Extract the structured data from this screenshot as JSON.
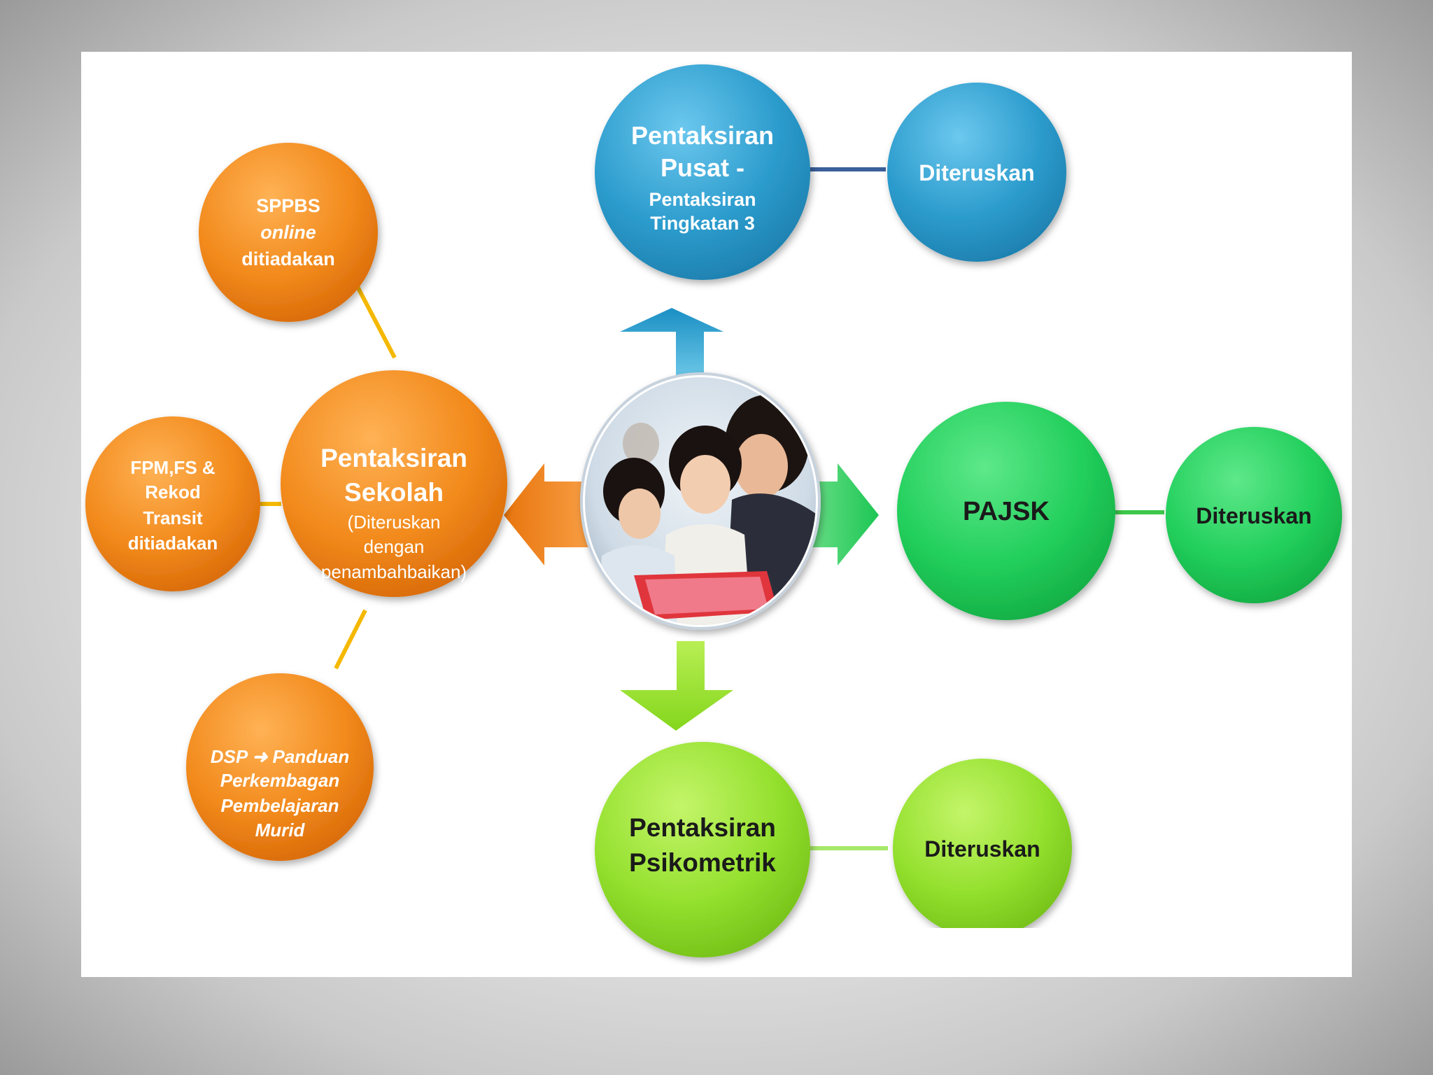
{
  "colors": {
    "orange": "#f08a1c",
    "blue": "#2d9fd0",
    "green": "#1fcf5a",
    "lime": "#8ee02a",
    "connector_orange": "#f5b800",
    "connector_blue": "#3a5f9a",
    "connector_green": "#3cc84a",
    "connector_lime": "#a6e86a"
  },
  "nodes": {
    "sppbs": {
      "line1": "SPPBS",
      "line2": "online",
      "line3": "ditiadakan"
    },
    "fpm": {
      "line1": "FPM,FS &",
      "line2": "Rekod",
      "line3": "Transit",
      "line4": "ditiadakan"
    },
    "dsp": {
      "line1": "DSP",
      "arrow": "➜",
      "line1b": "Panduan",
      "line2": "Perkembagan",
      "line3": "Pembelajaran",
      "line4": "Murid"
    },
    "sekolah": {
      "line1": "Pentaksiran",
      "line2": "Sekolah",
      "line3": "(Diteruskan",
      "line4": "dengan",
      "line5": "penambahbaikan)"
    },
    "pusat": {
      "line1": "Pentaksiran",
      "line2": "Pusat -",
      "line3": "Pentaksiran",
      "line4": "Tingkatan 3"
    },
    "pusat_status": {
      "label": "Diteruskan"
    },
    "pajsk": {
      "label": "PAJSK"
    },
    "pajsk_status": {
      "label": "Diteruskan"
    },
    "psikometrik": {
      "line1": "Pentaksiran",
      "line2": "Psikometrik"
    },
    "psikometrik_status": {
      "label": "Diteruskan"
    }
  },
  "center_photo": {
    "icon": "classroom-photo"
  }
}
